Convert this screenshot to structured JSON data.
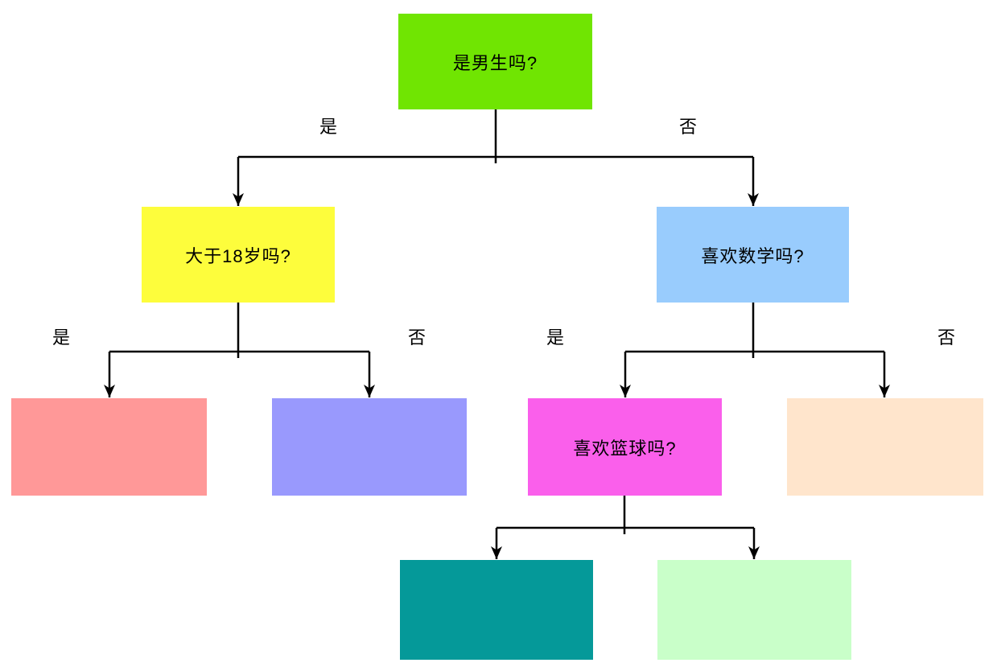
{
  "diagram": {
    "type": "decision-tree-flowchart",
    "line_color": "#000000",
    "background": "#FFFFFF",
    "nodes": {
      "root": {
        "label": "是男生吗?",
        "color": "#70E502"
      },
      "over18": {
        "label": "大于18岁吗?",
        "color": "#FDFD3C"
      },
      "likes_math": {
        "label": "喜欢数学吗?",
        "color": "#99CCFD"
      },
      "likes_basketball": {
        "label": "喜欢篮球吗?",
        "color": "#FA5FEB"
      },
      "leaf_salmon": {
        "color": "#FF9898"
      },
      "leaf_purple": {
        "color": "#9999FD"
      },
      "leaf_peach": {
        "color": "#FFE5CC"
      },
      "leaf_teal": {
        "color": "#059999"
      },
      "leaf_pale_green": {
        "color": "#C9FFC9"
      }
    },
    "edge_labels": {
      "root_yes": "是",
      "root_no": "否",
      "over18_yes": "是",
      "over18_no": "否",
      "math_yes": "是",
      "math_no": "否"
    }
  }
}
